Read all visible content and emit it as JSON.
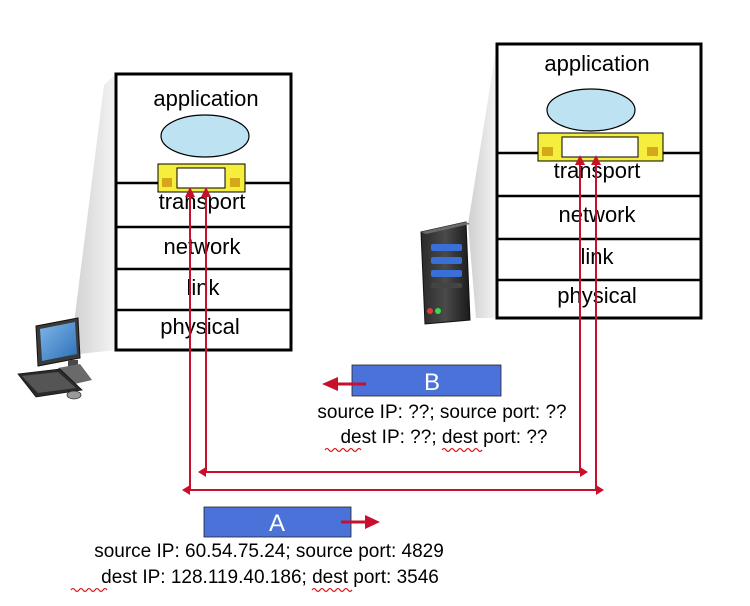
{
  "client": {
    "layers": [
      "application",
      "transport",
      "network",
      "link",
      "physical"
    ]
  },
  "server": {
    "layers": [
      "application",
      "transport",
      "network",
      "link",
      "physical"
    ]
  },
  "segment_a": {
    "label": "A",
    "line1": "source IP: 60.54.75.24; source port: 4829",
    "line2": "dest IP: 128.119.40.186; dest port: 3546"
  },
  "segment_b": {
    "label": "B",
    "line1": "source IP: ??; source port: ??",
    "line2": "dest IP: ??; dest port: ??"
  },
  "colors": {
    "arrow": "#c8102e",
    "segment_fill": "#4a72d8",
    "socket_fill": "#f5ee3c",
    "socket_tab": "#d4a81a",
    "process_fill": "#bde3f2",
    "spellcheck": "#d21e1e"
  }
}
